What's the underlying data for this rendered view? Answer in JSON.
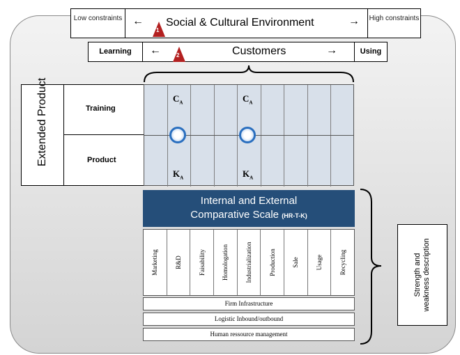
{
  "top_bar": {
    "left_label": "Low constraints",
    "title": "Social & Cultural Environment",
    "right_label": "High constraints",
    "marker": "1"
  },
  "customers_bar": {
    "left_label": "Learning",
    "title": "Customers",
    "right_label": "Using",
    "marker": "2"
  },
  "extended_product": {
    "label": "Extended Product",
    "rows": [
      "Training",
      "Product"
    ]
  },
  "grid_markers": {
    "top": "C",
    "bottom": "K",
    "subscript": "A"
  },
  "scale_box": {
    "line1": "Internal and External",
    "line2": "Comparative Scale",
    "abbr": "(HR-T-K)"
  },
  "activities": [
    "Marketing",
    "R&D",
    "Faisability",
    "Homologation",
    "Industrialization",
    "Production",
    "Sale",
    "Usage",
    "Recycling"
  ],
  "support_rows": [
    "Firm Infrastructure",
    "Logistic Inbound/outbound",
    "Human ressource management"
  ],
  "side_box": {
    "line1": "Strength and",
    "line2": "weakness description"
  }
}
